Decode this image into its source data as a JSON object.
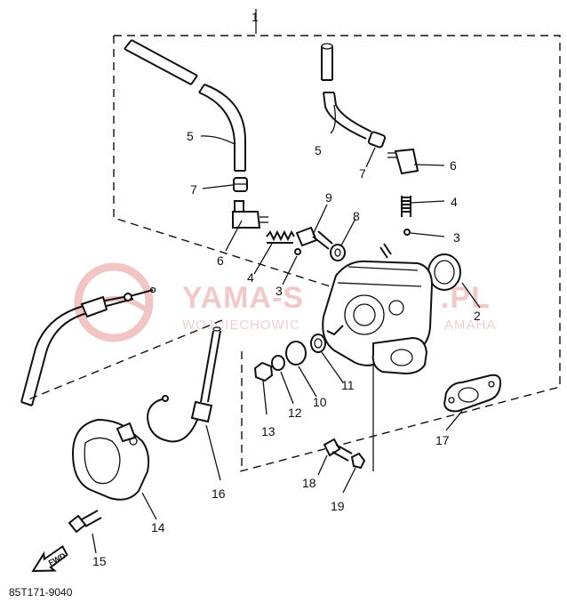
{
  "diagram": {
    "assembly_ref": "1",
    "drawing_code": "85T171-9040",
    "fwd_label": "FWD",
    "watermark": {
      "brand": "YAMA-S",
      "brand_tail": ".PL",
      "subline": "WOJCIECHOWIC",
      "subline_tail": "AMAHA"
    },
    "callouts": [
      {
        "id": "c2",
        "text": "2"
      },
      {
        "id": "c3a",
        "text": "3"
      },
      {
        "id": "c3b",
        "text": "3"
      },
      {
        "id": "c4a",
        "text": "4"
      },
      {
        "id": "c4b",
        "text": "4"
      },
      {
        "id": "c5a",
        "text": "5"
      },
      {
        "id": "c5b",
        "text": "5"
      },
      {
        "id": "c6a",
        "text": "6"
      },
      {
        "id": "c6b",
        "text": "6"
      },
      {
        "id": "c7a",
        "text": "7"
      },
      {
        "id": "c7b",
        "text": "7"
      },
      {
        "id": "c8",
        "text": "8"
      },
      {
        "id": "c9",
        "text": "9"
      },
      {
        "id": "c10",
        "text": "10"
      },
      {
        "id": "c11",
        "text": "11"
      },
      {
        "id": "c12",
        "text": "12"
      },
      {
        "id": "c13",
        "text": "13"
      },
      {
        "id": "c14",
        "text": "14"
      },
      {
        "id": "c15",
        "text": "15"
      },
      {
        "id": "c16",
        "text": "16"
      },
      {
        "id": "c17",
        "text": "17"
      },
      {
        "id": "c18",
        "text": "18"
      },
      {
        "id": "c19",
        "text": "19"
      }
    ]
  }
}
